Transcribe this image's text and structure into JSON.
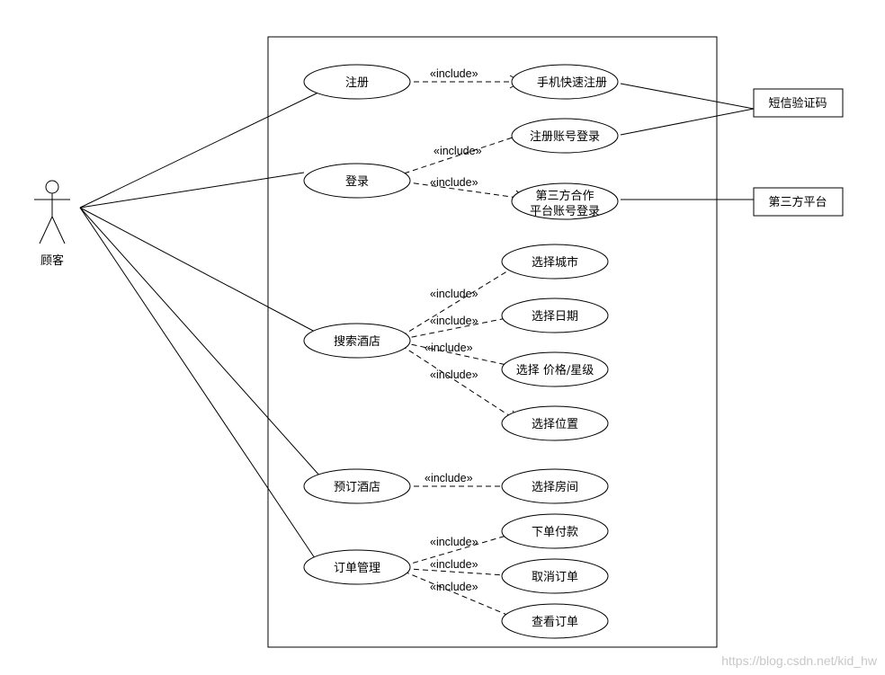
{
  "actor": {
    "label": "顾客"
  },
  "system_boundary": {},
  "use_cases": {
    "register": "注册",
    "phone_register": "手机快速注册",
    "login": "登录",
    "account_login": "注册账号登录",
    "third_party_login_line1": "第三方合作",
    "third_party_login_line2": "平台账号登录",
    "search_hotel": "搜索酒店",
    "select_city": "选择城市",
    "select_date": "选择日期",
    "select_price": "选择 价格/星级",
    "select_location": "选择位置",
    "book_hotel": "预订酒店",
    "select_room": "选择房间",
    "manage_order": "订单管理",
    "place_order": "下单付款",
    "cancel_order": "取消订单",
    "view_order": "查看订单"
  },
  "external_systems": {
    "sms": "短信验证码",
    "third_party_platform": "第三方平台"
  },
  "include_label": "«include»",
  "watermark": "https://blog.csdn.net/kid_hw"
}
